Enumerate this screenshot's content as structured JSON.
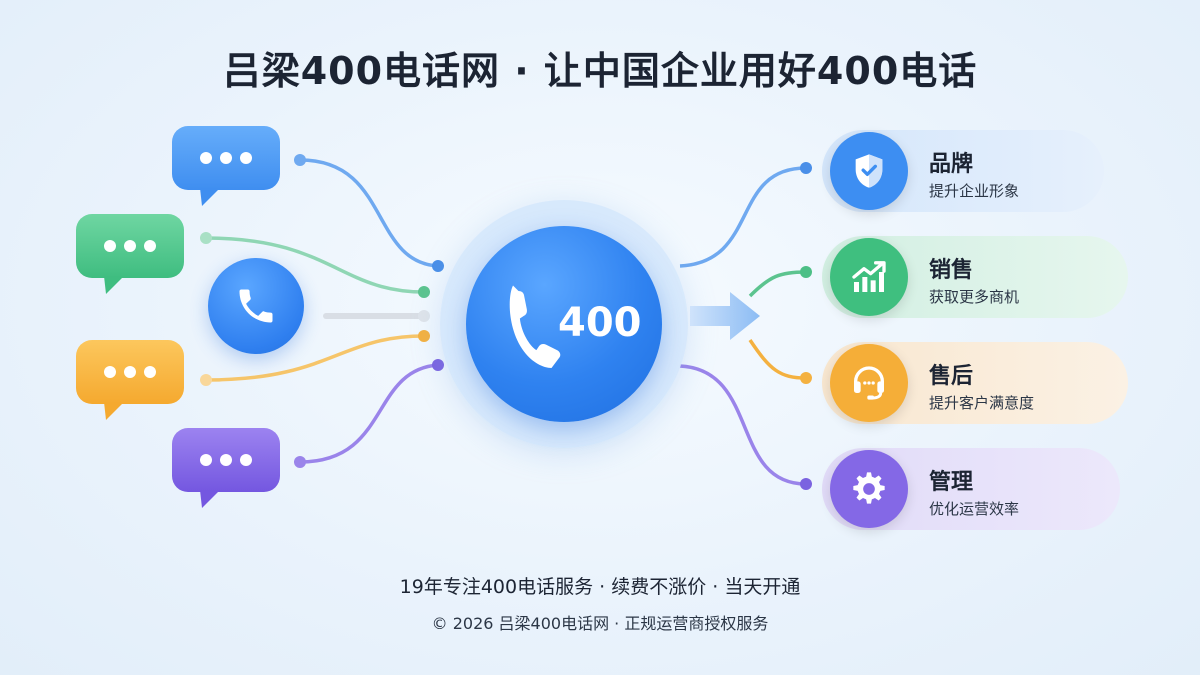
{
  "header": {
    "title": "吕梁400电话网 · 让中国企业用好400电话"
  },
  "hub": {
    "number": "400",
    "icon": "phone-icon"
  },
  "channels": [
    {
      "icon": "chat-bubble-icon",
      "color": "#4a9bf5"
    },
    {
      "icon": "chat-bubble-icon",
      "color": "#4cc38a"
    },
    {
      "icon": "phone-icon",
      "color": "#2f7fef"
    },
    {
      "icon": "chat-bubble-icon",
      "color": "#f6b23e"
    },
    {
      "icon": "chat-bubble-icon",
      "color": "#8a6ae8"
    }
  ],
  "benefits": [
    {
      "title": "品牌",
      "subtitle": "提升企业形象",
      "icon": "shield-icon",
      "color": "#3d8ef2",
      "bg": "#dcebfb"
    },
    {
      "title": "销售",
      "subtitle": "获取更多商机",
      "icon": "growth-chart-icon",
      "color": "#3fbf7f",
      "bg": "#ddf3e8"
    },
    {
      "title": "售后",
      "subtitle": "提升客户满意度",
      "icon": "headset-icon",
      "color": "#f5ae38",
      "bg": "#fbefdd"
    },
    {
      "title": "管理",
      "subtitle": "优化运营效率",
      "icon": "gear-icon",
      "color": "#8468e6",
      "bg": "#e8e3fa"
    }
  ],
  "footer": {
    "tagline": "19年专注400电话服务 · 续费不涨价 · 当天开通",
    "copyright": "© 2026 吕梁400电话网 · 正规运营商授权服务"
  }
}
